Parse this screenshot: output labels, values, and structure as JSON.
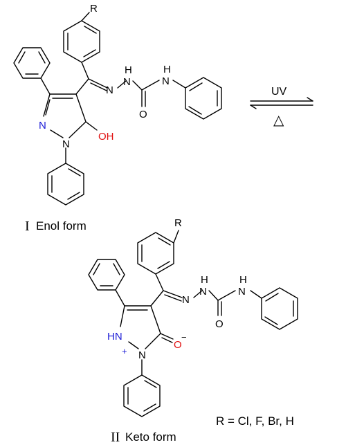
{
  "colors": {
    "bond": "#000000",
    "nitrogen": "#1a1ad6",
    "oxygen": "#e01010",
    "background": "#ffffff"
  },
  "reaction_arrow": {
    "forward_label": "UV",
    "reverse_label": "△"
  },
  "structure_enol": {
    "substituent": "R",
    "hydrazone_n1": "N",
    "hydrazone_n2": "N",
    "hydrazone_h": "H",
    "amide_n": "N",
    "amide_h": "H",
    "carbonyl_o": "O",
    "ring_n_blue": "N",
    "ring_n1": "N",
    "hydroxyl": "OH",
    "caption_numeral": "I",
    "caption_text": "Enol form"
  },
  "structure_keto": {
    "substituent": "R",
    "hydrazone_n1": "N",
    "hydrazone_n2": "N",
    "hydrazone_h": "H",
    "amide_n": "N",
    "amide_h": "H",
    "carbonyl_o": "O",
    "ring_nh": "HN",
    "ring_plus": "+",
    "ring_n1": "N",
    "oxide": "O",
    "oxide_charge": "−",
    "caption_numeral": "II",
    "caption_text": "Keto form"
  },
  "substituent_legend": "R = Cl, F, Br, H"
}
